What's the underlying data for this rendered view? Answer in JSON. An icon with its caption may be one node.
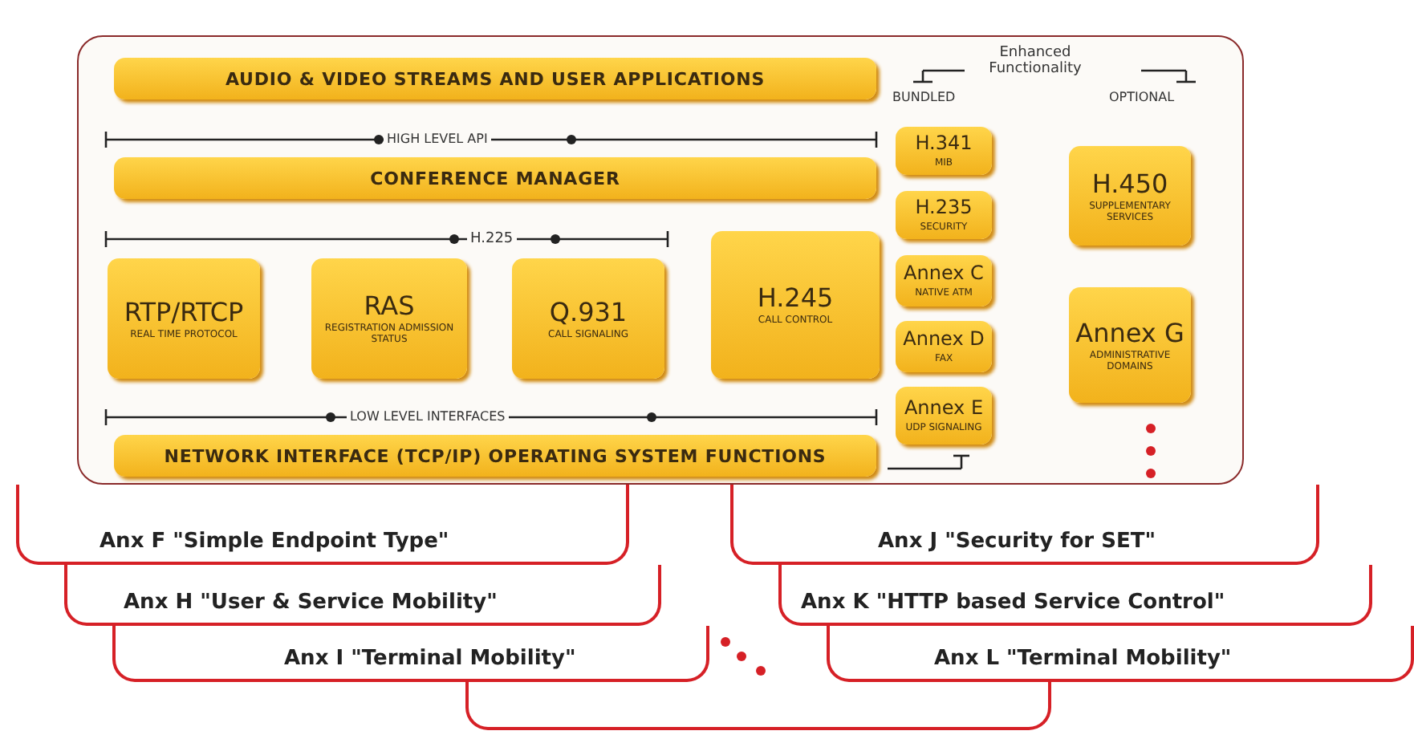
{
  "diagram": {
    "nodes": [
      {
        "text": [],
        "shape": "box"
      },
      {
        "text": [
          "AUDIO & VIDEO STREAMS AND USER APPLICATIONS"
        ],
        "in": 0
      },
      {
        "text": [
          "CONFERENCE MANAGER"
        ],
        "in": 0
      },
      {
        "text": [
          "RTP/RTCP",
          "REAL TIME PROTOCOL"
        ],
        "in": 0
      },
      {
        "text": [
          "RAS",
          "REGISTRATION ADMISSION STATUS"
        ],
        "in": 0
      },
      {
        "text": [
          "Q.931",
          "CALL SIGNALING"
        ],
        "in": 0
      },
      {
        "text": [
          "H.245",
          "CALL CONTROL"
        ],
        "in": 0
      },
      {
        "text": [
          "NETWORK INTERFACE (TCP/IP) OPERATING SYSTEM FUNCTIONS"
        ],
        "in": 0
      },
      {
        "text": [
          "H.341",
          "MIB"
        ],
        "in": 0
      },
      {
        "text": [
          "H.235",
          "SECURITY"
        ],
        "in": 0
      },
      {
        "text": [
          "Annex C",
          "NATIVE ATM"
        ],
        "in": 0
      },
      {
        "text": [
          "Annex D",
          "FAX"
        ],
        "in": 0
      },
      {
        "text": [
          "Annex E",
          "UDP SIGNALING"
        ],
        "in": 0
      },
      {
        "text": [
          "H.450",
          "SUPPLEMENTARY SERVICES"
        ],
        "in": 0
      },
      {
        "text": [
          "Annex G",
          "ADMINISTRATIVE DOMAINS"
        ],
        "in": 0
      },
      {
        "text": [
          "Anx F \"Simple Endpoint Type\""
        ]
      },
      {
        "text": [
          "Anx J \"Security for SET\""
        ]
      },
      {
        "text": [
          "Anx H \"User & Service Mobility\""
        ]
      },
      {
        "text": [
          "Anx K \"HTTP based Service Control\""
        ]
      },
      {
        "text": [
          "Anx I \"Terminal Mobility\""
        ]
      },
      {
        "text": [
          "Anx L \"Terminal Mobility\""
        ]
      },
      {
        "text": [],
        "shape": "box"
      }
    ],
    "edges": [],
    "labels": [
      "HIGH LEVEL API",
      "H.225",
      "LOW LEVEL INTERFACES",
      "Enhanced Functionality",
      "BUNDLED",
      "OPTIONAL"
    ]
  }
}
